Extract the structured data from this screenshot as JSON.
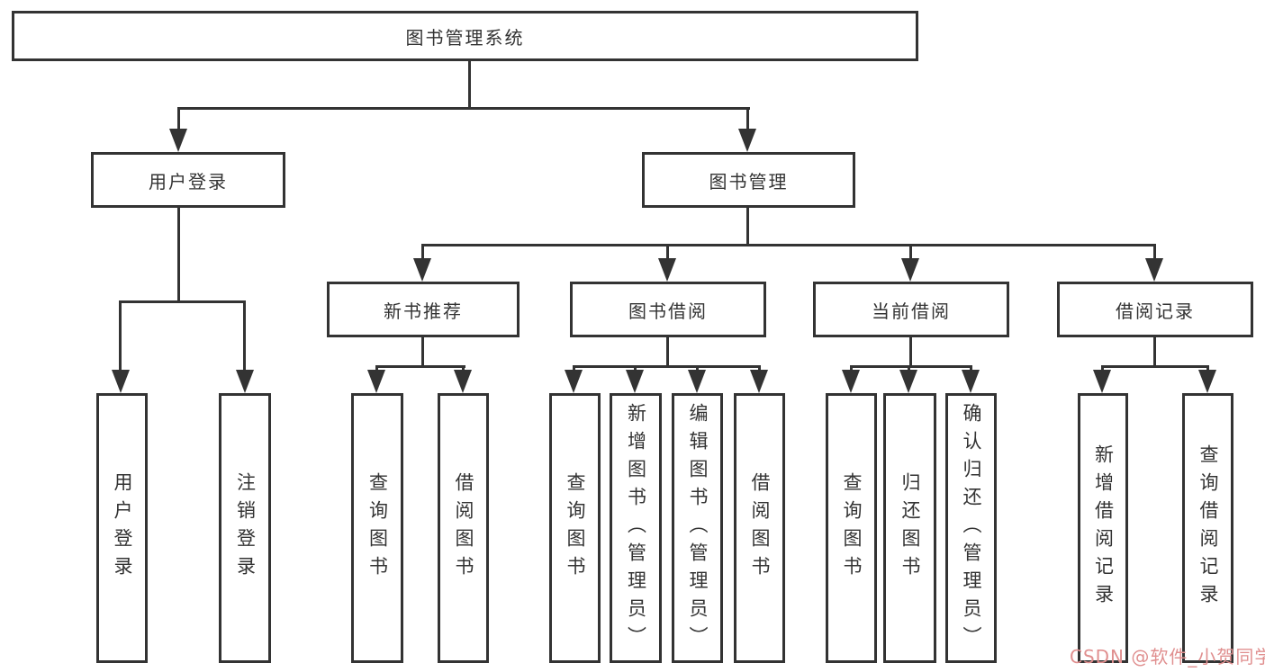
{
  "diagram": {
    "root": "图书管理系统",
    "branches": [
      {
        "label": "用户登录",
        "children": [
          "用户登录",
          "注销登录"
        ]
      },
      {
        "label": "图书管理",
        "modules": [
          {
            "label": "新书推荐",
            "children": [
              "查询图书",
              "借阅图书"
            ]
          },
          {
            "label": "图书借阅",
            "children": [
              "查询图书",
              "新增图书（管理员）",
              "编辑图书（管理员）",
              "借阅图书"
            ]
          },
          {
            "label": "当前借阅",
            "children": [
              "查询图书",
              "归还图书",
              "确认归还（管理员）"
            ]
          },
          {
            "label": "借阅记录",
            "children": [
              "新增借阅记录",
              "查询借阅记录"
            ]
          }
        ]
      }
    ]
  },
  "watermark": {
    "text": "CSDN @软件_小贺同学",
    "color": "#e08f8f"
  },
  "colors": {
    "line": "#333333",
    "text": "#333333",
    "background": "#ffffff"
  }
}
